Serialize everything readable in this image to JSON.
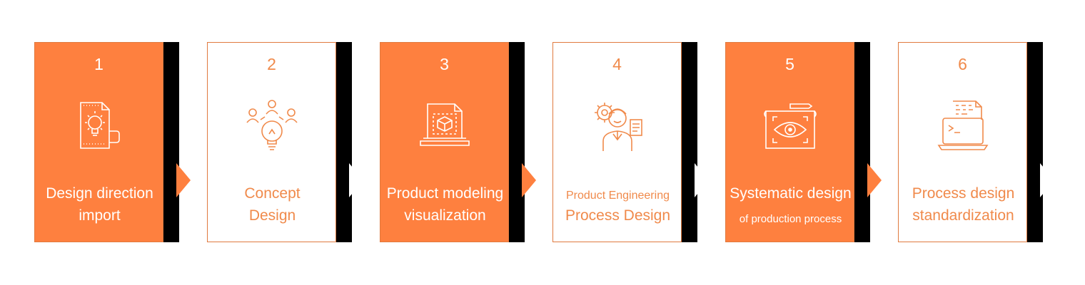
{
  "steps": [
    {
      "number": "1",
      "line1": "Design direction",
      "line2": "import",
      "icon": "lightbulb-document-icon",
      "style": "filled"
    },
    {
      "number": "2",
      "line1": "Concept",
      "line2": "Design",
      "icon": "team-lightbulb-icon",
      "style": "outline"
    },
    {
      "number": "3",
      "line1": "Product modeling",
      "line2": "visualization",
      "icon": "laptop-3d-cube-icon",
      "style": "filled"
    },
    {
      "number": "4",
      "line1": "Product Engineering",
      "line2": "Process Design",
      "icon": "engineer-gear-icon",
      "style": "outline"
    },
    {
      "number": "5",
      "line1": "Systematic design",
      "line2": "of production process",
      "icon": "blueprint-eye-icon",
      "style": "filled"
    },
    {
      "number": "6",
      "line1": "Process design",
      "line2": "standardization",
      "icon": "laptop-code-icon",
      "style": "outline"
    }
  ],
  "colors": {
    "accent": "#fe803f",
    "tab": "#000000",
    "background": "#ffffff"
  }
}
